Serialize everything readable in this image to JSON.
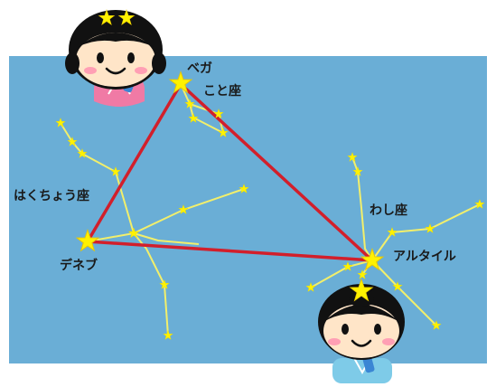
{
  "labels": {
    "vega": "ベガ",
    "lyra": "こと座",
    "cygnus": "はくちょう座",
    "deneb": "デネブ",
    "aquila": "わし座",
    "altair": "アルタイル"
  },
  "colors": {
    "sky": "#6aaed6",
    "triangle": "#d21f2b",
    "constellation_line": "#f2ef6b",
    "star": "#fff200",
    "princess_kimono": "#f07aa5",
    "prince_kimono": "#7ecbe8"
  },
  "icons": [
    "orihime-princess-icon",
    "hikoboshi-prince-icon",
    "star-icon"
  ]
}
